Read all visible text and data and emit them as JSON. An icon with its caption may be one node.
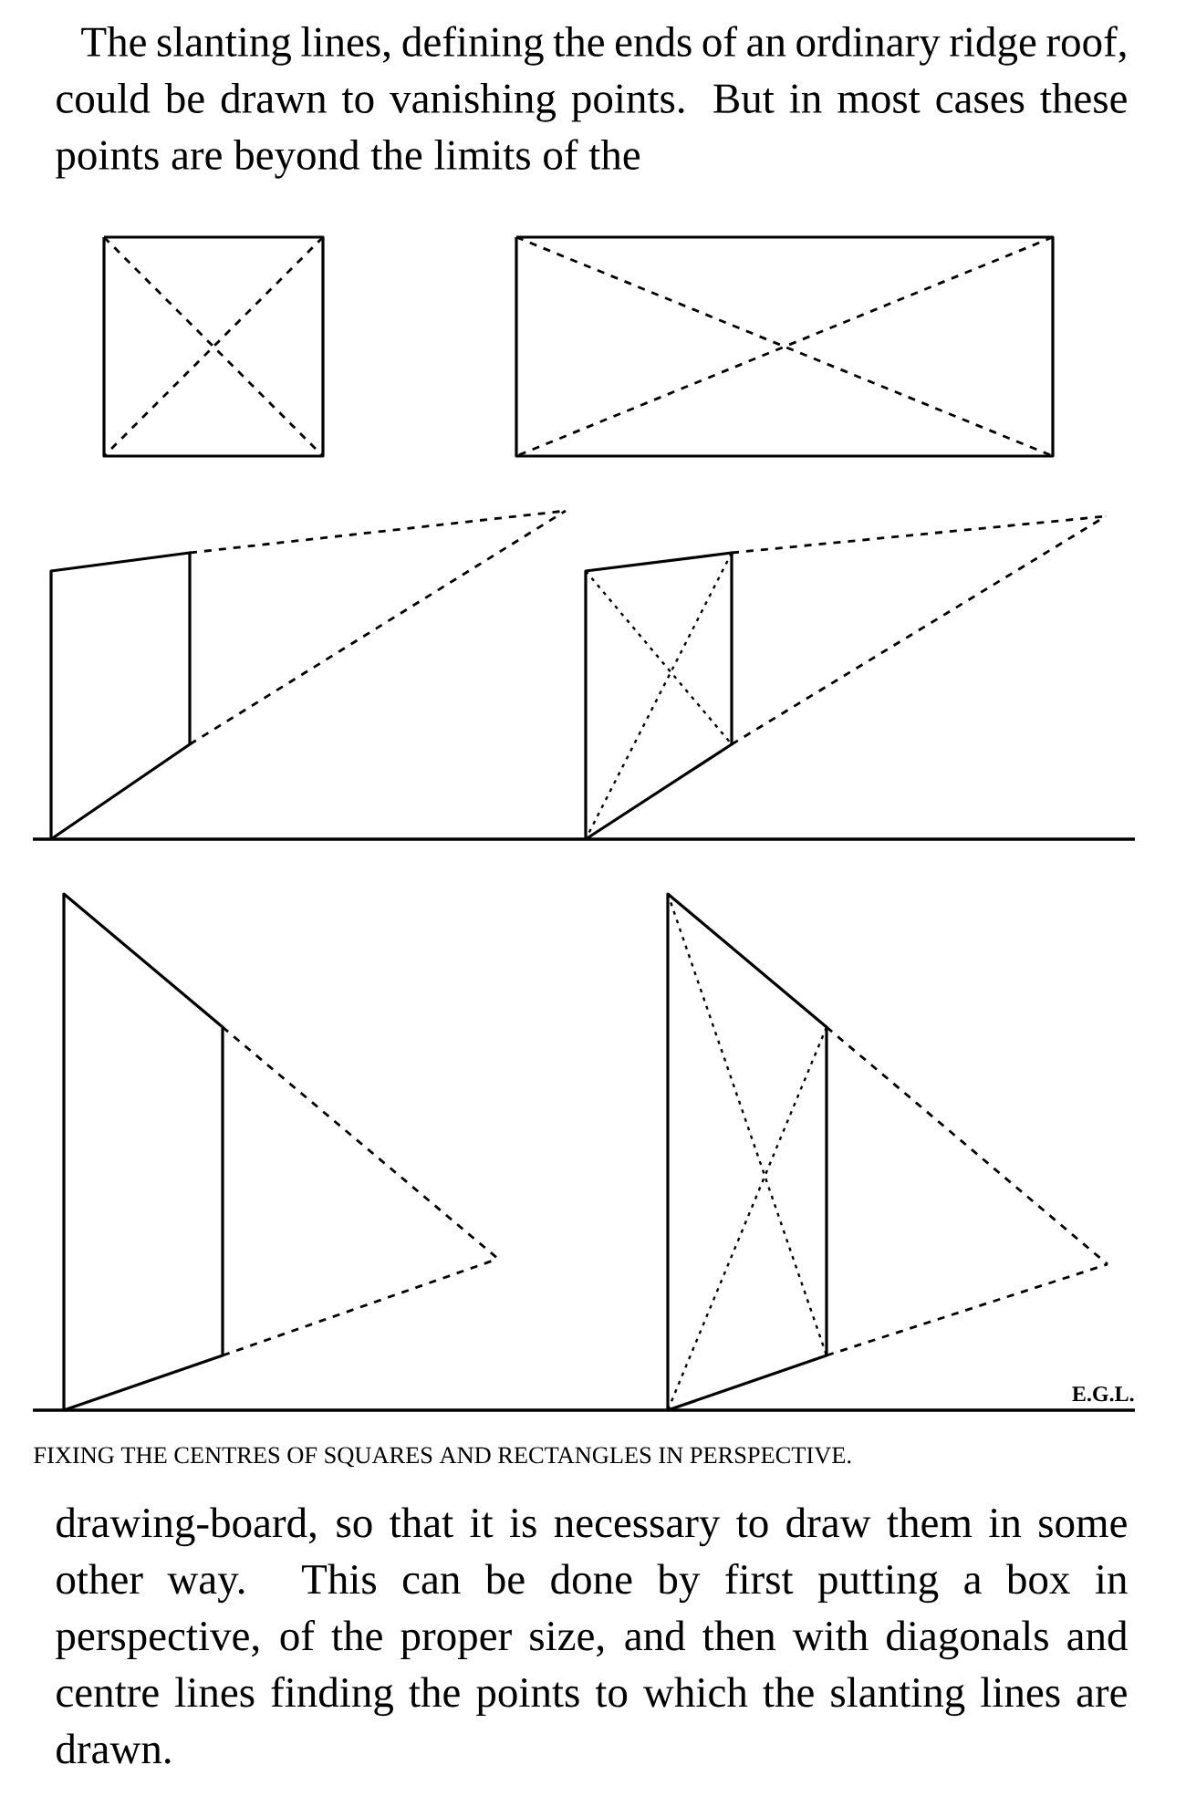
{
  "diagram": {
    "caption": "FIXING THE CENTRES OF SQUARES AND RECTANGLES IN PERSPECTIVE.",
    "labels": [
      "The slanting lines, defining the ends of an ordinary ridge roof, could be drawn to vanishing points. But in most cases these points are beyond the limits of the",
      "E.G.L.",
      "drawing-board, so that it is necessary to draw them in some other way. This can be done by first putting a box in perspective, of the proper size, and then with diagonals and centre lines finding the points to which the slanting lines are drawn."
    ]
  }
}
